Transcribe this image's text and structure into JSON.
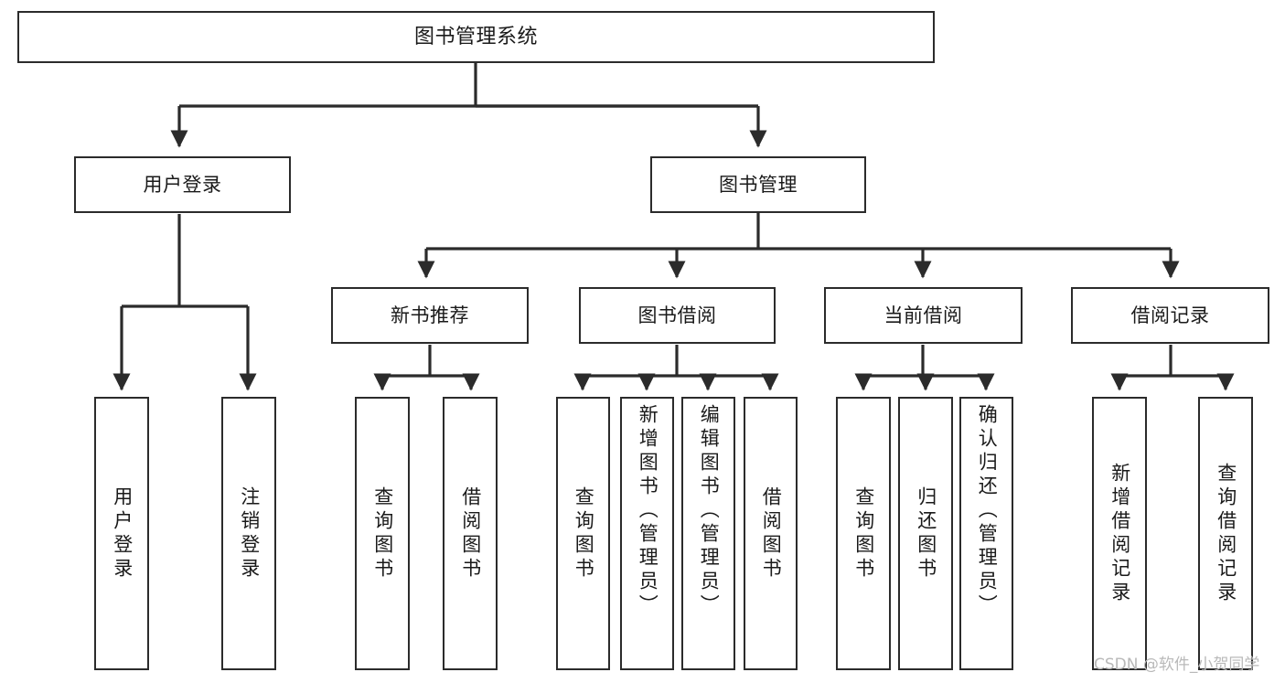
{
  "diagram": {
    "title": "图书管理系统",
    "type": "tree",
    "watermark": "CSDN @软件_小贺同学",
    "colors": {
      "box_border": "#2b2b2b",
      "box_fill": "#ffffff",
      "line": "#2b2b2b",
      "text": "#1a1a1a",
      "watermark": "#b9b9b9",
      "background": "#ffffff"
    },
    "levels": {
      "level1": [
        "图书管理系统"
      ],
      "level2": [
        "用户登录",
        "图书管理"
      ],
      "level3": [
        "新书推荐",
        "图书借阅",
        "当前借阅",
        "借阅记录"
      ],
      "level4": [
        "用户登录",
        "注销登录",
        "查询图书",
        "借阅图书",
        "查询图书",
        "新增图书（管理员）",
        "编辑图书（管理员）",
        "借阅图书",
        "查询图书",
        "归还图书",
        "确认归还（管理员）",
        "新增借阅记录",
        "查询借阅记录"
      ]
    },
    "nodes": {
      "root": {
        "label": "图书管理系统"
      },
      "user_login": {
        "label": "用户登录"
      },
      "book_manage": {
        "label": "图书管理"
      },
      "new_book_rec": {
        "label": "新书推荐"
      },
      "book_borrow": {
        "label": "图书借阅"
      },
      "current_borrow": {
        "label": "当前借阅"
      },
      "borrow_record": {
        "label": "借阅记录"
      },
      "leaf_user_login": {
        "label": "用户登录"
      },
      "leaf_logout": {
        "label": "注销登录"
      },
      "leaf_query_book_a": {
        "label": "查询图书"
      },
      "leaf_borrow_book_a": {
        "label": "借阅图书"
      },
      "leaf_query_book_b": {
        "label": "查询图书"
      },
      "leaf_add_book": {
        "label": "新增图书（管理员）"
      },
      "leaf_edit_book": {
        "label": "编辑图书（管理员）"
      },
      "leaf_borrow_book_b": {
        "label": "借阅图书"
      },
      "leaf_query_book_c": {
        "label": "查询图书"
      },
      "leaf_return_book": {
        "label": "归还图书"
      },
      "leaf_confirm_return": {
        "label": "确认归还（管理员）"
      },
      "leaf_add_record": {
        "label": "新增借阅记录"
      },
      "leaf_query_record": {
        "label": "查询借阅记录"
      }
    },
    "edges": [
      {
        "from": "root",
        "to": "user_login"
      },
      {
        "from": "root",
        "to": "book_manage"
      },
      {
        "from": "user_login",
        "to": "leaf_user_login"
      },
      {
        "from": "user_login",
        "to": "leaf_logout"
      },
      {
        "from": "book_manage",
        "to": "new_book_rec"
      },
      {
        "from": "book_manage",
        "to": "book_borrow"
      },
      {
        "from": "book_manage",
        "to": "current_borrow"
      },
      {
        "from": "book_manage",
        "to": "borrow_record"
      },
      {
        "from": "new_book_rec",
        "to": "leaf_query_book_a"
      },
      {
        "from": "new_book_rec",
        "to": "leaf_borrow_book_a"
      },
      {
        "from": "book_borrow",
        "to": "leaf_query_book_b"
      },
      {
        "from": "book_borrow",
        "to": "leaf_add_book"
      },
      {
        "from": "book_borrow",
        "to": "leaf_edit_book"
      },
      {
        "from": "book_borrow",
        "to": "leaf_borrow_book_b"
      },
      {
        "from": "current_borrow",
        "to": "leaf_query_book_c"
      },
      {
        "from": "current_borrow",
        "to": "leaf_return_book"
      },
      {
        "from": "current_borrow",
        "to": "leaf_confirm_return"
      },
      {
        "from": "borrow_record",
        "to": "leaf_add_record"
      },
      {
        "from": "borrow_record",
        "to": "leaf_query_record"
      }
    ]
  }
}
